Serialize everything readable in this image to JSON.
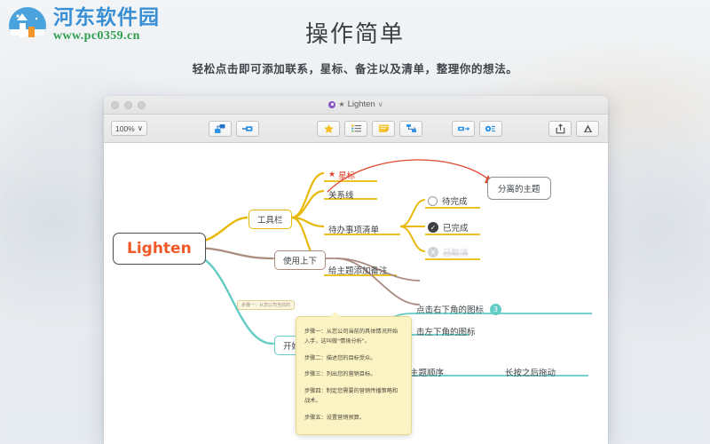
{
  "watermark": {
    "name": "河东软件园",
    "url": "www.pc0359.cn"
  },
  "heading": {
    "title": "操作简单",
    "subtitle": "轻松点击即可添加联系，星标、备注以及清单，整理你的想法。"
  },
  "window": {
    "title": "Lighten",
    "title_star": "★",
    "title_chevron": "∨",
    "zoom": "100%",
    "zoom_chevron": "∨",
    "toolbar": {
      "insert": [
        {
          "name": "add-subtopic-button",
          "icon": "subtopic-icon"
        },
        {
          "name": "add-sibling-topic-button",
          "icon": "sibling-topic-icon"
        }
      ],
      "mark": [
        {
          "name": "star-button",
          "icon": "star-icon"
        },
        {
          "name": "checklist-button",
          "icon": "checklist-icon"
        },
        {
          "name": "note-button",
          "icon": "note-icon"
        },
        {
          "name": "relationship-button",
          "icon": "relationship-icon"
        }
      ],
      "nav": [
        {
          "name": "focus-topic-button",
          "icon": "focus-icon"
        },
        {
          "name": "filter-button",
          "icon": "filter-icon"
        }
      ],
      "right": [
        {
          "name": "share-button",
          "icon": "share-icon"
        },
        {
          "name": "presentation-button",
          "icon": "presentation-icon"
        }
      ]
    }
  },
  "mindmap": {
    "root": "Lighten",
    "nodes": {
      "toolbar_branch": "工具栏",
      "starred": "星标",
      "starred_icon": "★",
      "relation_line": "关系线",
      "detached_topic": "分离的主题",
      "todo_list": "待办事项清单",
      "todo_items": [
        {
          "label": "待完成",
          "state": "pending",
          "icon": "empty-circle-icon"
        },
        {
          "label": "已完成",
          "state": "done",
          "icon": "check-circle-icon"
        },
        {
          "label": "已取消",
          "state": "cancelled",
          "icon": "cancel-circle-icon"
        }
      ],
      "add_note": "给主题添加备注",
      "note_tag": "步骤一：从您公司当前的",
      "context_branch": "使用上下",
      "start_mapping": "开始做图",
      "click_bottom_right": "点击右下角的图标",
      "click_bottom_right_badge": "3",
      "click_bottom_left": "击左下角的图标",
      "long_press_drag_1": "长按之后拖动",
      "change_order": "改变主题顺序",
      "long_press_drag_2": "长按之后拖动"
    },
    "note_popup": [
      "步骤一：从您公司当前的具体情况开始入手，这叫做\"情境分析\"。",
      "步骤二：描述您的目标受众。",
      "步骤三：列出您的营销目标。",
      "步骤四：制定您需要的营销传播策略和战术。",
      "步骤五：设置营销预算。"
    ]
  },
  "colors": {
    "accent_orange": "#f05a28",
    "branch_yellow": "#e8b90a",
    "branch_brown": "#ab8b80",
    "branch_teal": "#63ccc4",
    "relation_red": "#e0452c"
  }
}
